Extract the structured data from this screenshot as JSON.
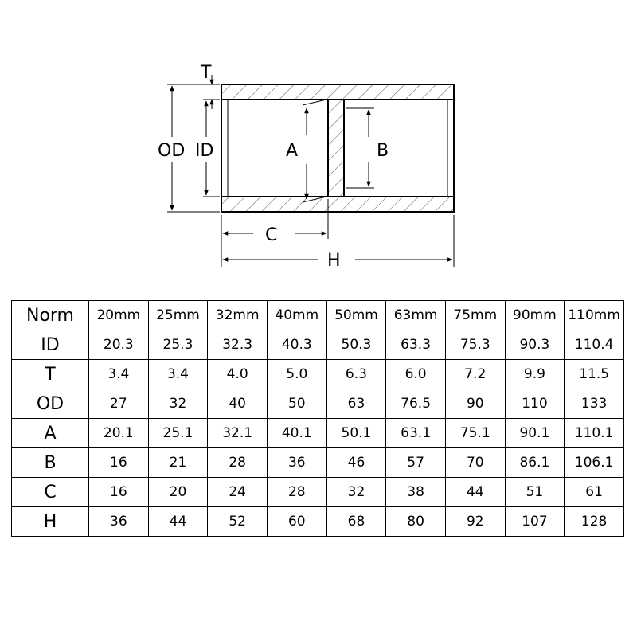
{
  "diagram": {
    "labels": {
      "T": "T",
      "OD": "OD",
      "ID": "ID",
      "A": "A",
      "B": "B",
      "C": "C",
      "H": "H"
    }
  },
  "table": {
    "header_label": "Norm",
    "sizes": [
      "20mm",
      "25mm",
      "32mm",
      "40mm",
      "50mm",
      "63mm",
      "75mm",
      "90mm",
      "110mm"
    ],
    "rows": [
      {
        "label": "ID",
        "values": [
          "20.3",
          "25.3",
          "32.3",
          "40.3",
          "50.3",
          "63.3",
          "75.3",
          "90.3",
          "110.4"
        ]
      },
      {
        "label": "T",
        "values": [
          "3.4",
          "3.4",
          "4.0",
          "5.0",
          "6.3",
          "6.0",
          "7.2",
          "9.9",
          "11.5"
        ]
      },
      {
        "label": "OD",
        "values": [
          "27",
          "32",
          "40",
          "50",
          "63",
          "76.5",
          "90",
          "110",
          "133"
        ]
      },
      {
        "label": "A",
        "values": [
          "20.1",
          "25.1",
          "32.1",
          "40.1",
          "50.1",
          "63.1",
          "75.1",
          "90.1",
          "110.1"
        ]
      },
      {
        "label": "B",
        "values": [
          "16",
          "21",
          "28",
          "36",
          "46",
          "57",
          "70",
          "86.1",
          "106.1"
        ]
      },
      {
        "label": "C",
        "values": [
          "16",
          "20",
          "24",
          "28",
          "32",
          "38",
          "44",
          "51",
          "61"
        ]
      },
      {
        "label": "H",
        "values": [
          "36",
          "44",
          "52",
          "60",
          "68",
          "80",
          "92",
          "107",
          "128"
        ]
      }
    ]
  }
}
